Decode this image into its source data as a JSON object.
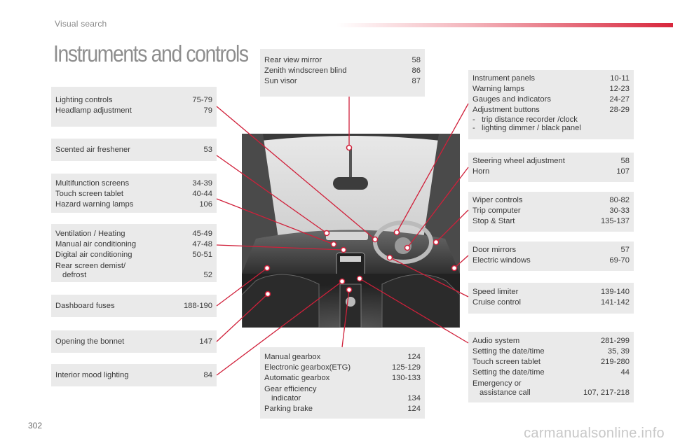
{
  "header": {
    "section": "Visual search"
  },
  "page": {
    "title": "Instruments and controls",
    "number": "302"
  },
  "watermark": "carmanualsonline.info",
  "boxes": {
    "lighting": {
      "rows": [
        {
          "label": "Lighting controls",
          "pages": "75-79"
        },
        {
          "label": "Headlamp adjustment",
          "pages": "79"
        }
      ]
    },
    "scented": {
      "rows": [
        {
          "label": "Scented air freshener",
          "pages": "53"
        }
      ]
    },
    "multifunction": {
      "rows": [
        {
          "label": "Multifunction screens",
          "pages": "34-39"
        },
        {
          "label": "Touch screen tablet",
          "pages": "40-44"
        },
        {
          "label": "Hazard warning lamps",
          "pages": "106"
        }
      ]
    },
    "ventilation": {
      "rows": [
        {
          "label": "Ventilation / Heating",
          "pages": "45-49"
        },
        {
          "label": "Manual air conditioning",
          "pages": "47-48"
        },
        {
          "label": "Digital air conditioning",
          "pages": "50-51"
        }
      ],
      "rear_line1": "Rear screen demist/",
      "rear_line2": "defrost",
      "rear_pages": "52"
    },
    "fuses": {
      "rows": [
        {
          "label": "Dashboard fuses",
          "pages": "188-190"
        }
      ]
    },
    "bonnet": {
      "rows": [
        {
          "label": "Opening the bonnet",
          "pages": "147"
        }
      ]
    },
    "mood": {
      "rows": [
        {
          "label": "Interior mood lighting",
          "pages": "84"
        }
      ]
    },
    "mirror": {
      "rows": [
        {
          "label": "Rear view mirror",
          "pages": "58"
        },
        {
          "label": "Zenith windscreen blind",
          "pages": "86"
        },
        {
          "label": "Sun visor",
          "pages": "87"
        }
      ]
    },
    "instrument": {
      "rows": [
        {
          "label": "Instrument panels",
          "pages": "10-11"
        },
        {
          "label": "Warning lamps",
          "pages": "12-23"
        },
        {
          "label": "Gauges and indicators",
          "pages": "24-27"
        },
        {
          "label": "Adjustment buttons",
          "pages": "28-29"
        }
      ],
      "sub1": "-   trip distance recorder /clock",
      "sub2": "-   lighting dimmer / black panel"
    },
    "steering": {
      "rows": [
        {
          "label": "Steering wheel adjustment",
          "pages": "58"
        },
        {
          "label": "Horn",
          "pages": "107"
        }
      ]
    },
    "wiper": {
      "rows": [
        {
          "label": "Wiper controls",
          "pages": "80-82"
        },
        {
          "label": "Trip computer",
          "pages": "30-33"
        },
        {
          "label": "Stop & Start",
          "pages": "135-137"
        }
      ]
    },
    "doors": {
      "rows": [
        {
          "label": "Door mirrors",
          "pages": "57"
        },
        {
          "label": "Electric windows",
          "pages": "69-70"
        }
      ]
    },
    "speed": {
      "rows": [
        {
          "label": "Speed limiter",
          "pages": "139-140"
        },
        {
          "label": "Cruise control",
          "pages": "141-142"
        }
      ]
    },
    "audio": {
      "rows": [
        {
          "label": "Audio system",
          "pages": "281-299"
        },
        {
          "label": "Setting the date/time",
          "pages": "35, 39"
        },
        {
          "label": "Touch screen tablet",
          "pages": "219-280"
        },
        {
          "label": "Setting the date/time",
          "pages": "44"
        }
      ],
      "emergency_line1": "Emergency or",
      "emergency_line2": "assistance call",
      "emergency_pages": "107, 217-218"
    },
    "gearbox": {
      "rows": [
        {
          "label": "Manual gearbox",
          "pages": "124"
        },
        {
          "label": "Electronic gearbox(ETG)",
          "pages": "125-129"
        },
        {
          "label": "Automatic gearbox",
          "pages": "130-133"
        }
      ],
      "gear_line1": "Gear efficiency",
      "gear_line2": "indicator",
      "gear_pages": "134",
      "parking": {
        "label": "Parking brake",
        "pages": "124"
      }
    }
  },
  "colors": {
    "leader": "#d0203a",
    "box_bg": "#eaeaea",
    "title": "#8e8e8e"
  }
}
